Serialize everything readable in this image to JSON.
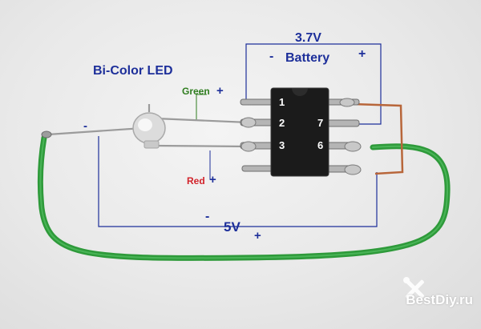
{
  "labels": {
    "battery_voltage": "3.7V",
    "battery_minus": "-",
    "battery_name": "Battery",
    "battery_plus": "+",
    "led_title": "Bi-Color LED",
    "green": "Green",
    "green_plus": "+",
    "led_minus": "-",
    "red": "Red",
    "red_plus": "+",
    "supply_minus": "-",
    "supply_voltage": "5V",
    "supply_plus": "+"
  },
  "ic_pins": {
    "p1": "1",
    "p2": "2",
    "p3": "3",
    "p6": "6",
    "p7": "7"
  },
  "watermark": "BestDiy.ru",
  "colors": {
    "label_blue": "#1d2f9a",
    "green_label": "#2f7d1f",
    "red_label": "#d2222a",
    "jumper_wire": "#2e9a3a",
    "copper_wire": "#b8663a",
    "ic_body": "#1b1b1b"
  },
  "icons": {
    "watermark_logo": "wrench-screwdriver-icon"
  }
}
